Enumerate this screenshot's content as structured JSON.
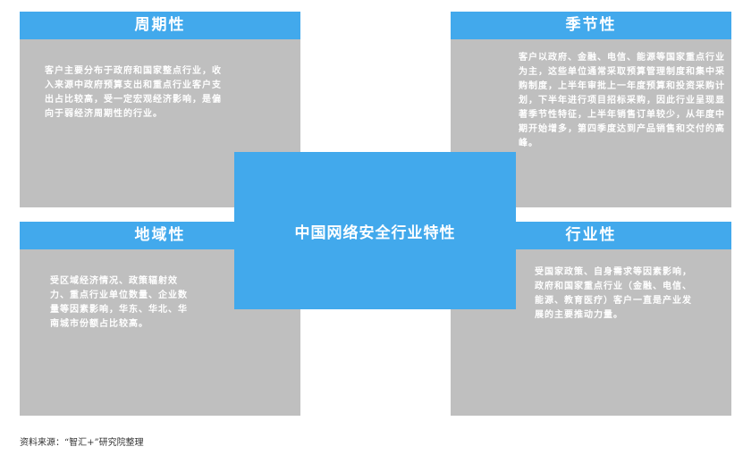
{
  "center_title": "中国网络安全行业特性",
  "quadrants": {
    "cyclical": {
      "title": "周期性",
      "text": "客户主要分布于政府和国家整点行业，收入来源中政府预算支出和重点行业客户支出占比较高，受一定宏观经济影响，是偏向于弱经济周期性的行业。"
    },
    "seasonal": {
      "title": "季节性",
      "text": "客户以政府、金融、电信、能源等国家重点行业为主，这些单位通常采取预算管理制度和集中采购制度，上半年审批上一年度预算和投资采购计划，下半年进行项目招标采购，因此行业呈现显著季节性特征，上半年销售订单较少，从年度中期开始增多，第四季度达到产品销售和交付的高峰。"
    },
    "regional": {
      "title": "地域性",
      "text": "受区域经济情况、政策辐射效力、重点行业单位数量、企业数量等因素影响，华东、华北、华南城市份额占比较高。"
    },
    "industry": {
      "title": "行业性",
      "text": "受国家政策、自身需求等因素影响，政府和国家重点行业（金融、电信、能源、教育医疗）客户一直是产业发展的主要推动力量。"
    }
  },
  "source": "资料来源：“智汇+”研究院整理",
  "colors": {
    "header_blue": "#42a9ec",
    "panel_gray": "#bfbfbf"
  }
}
